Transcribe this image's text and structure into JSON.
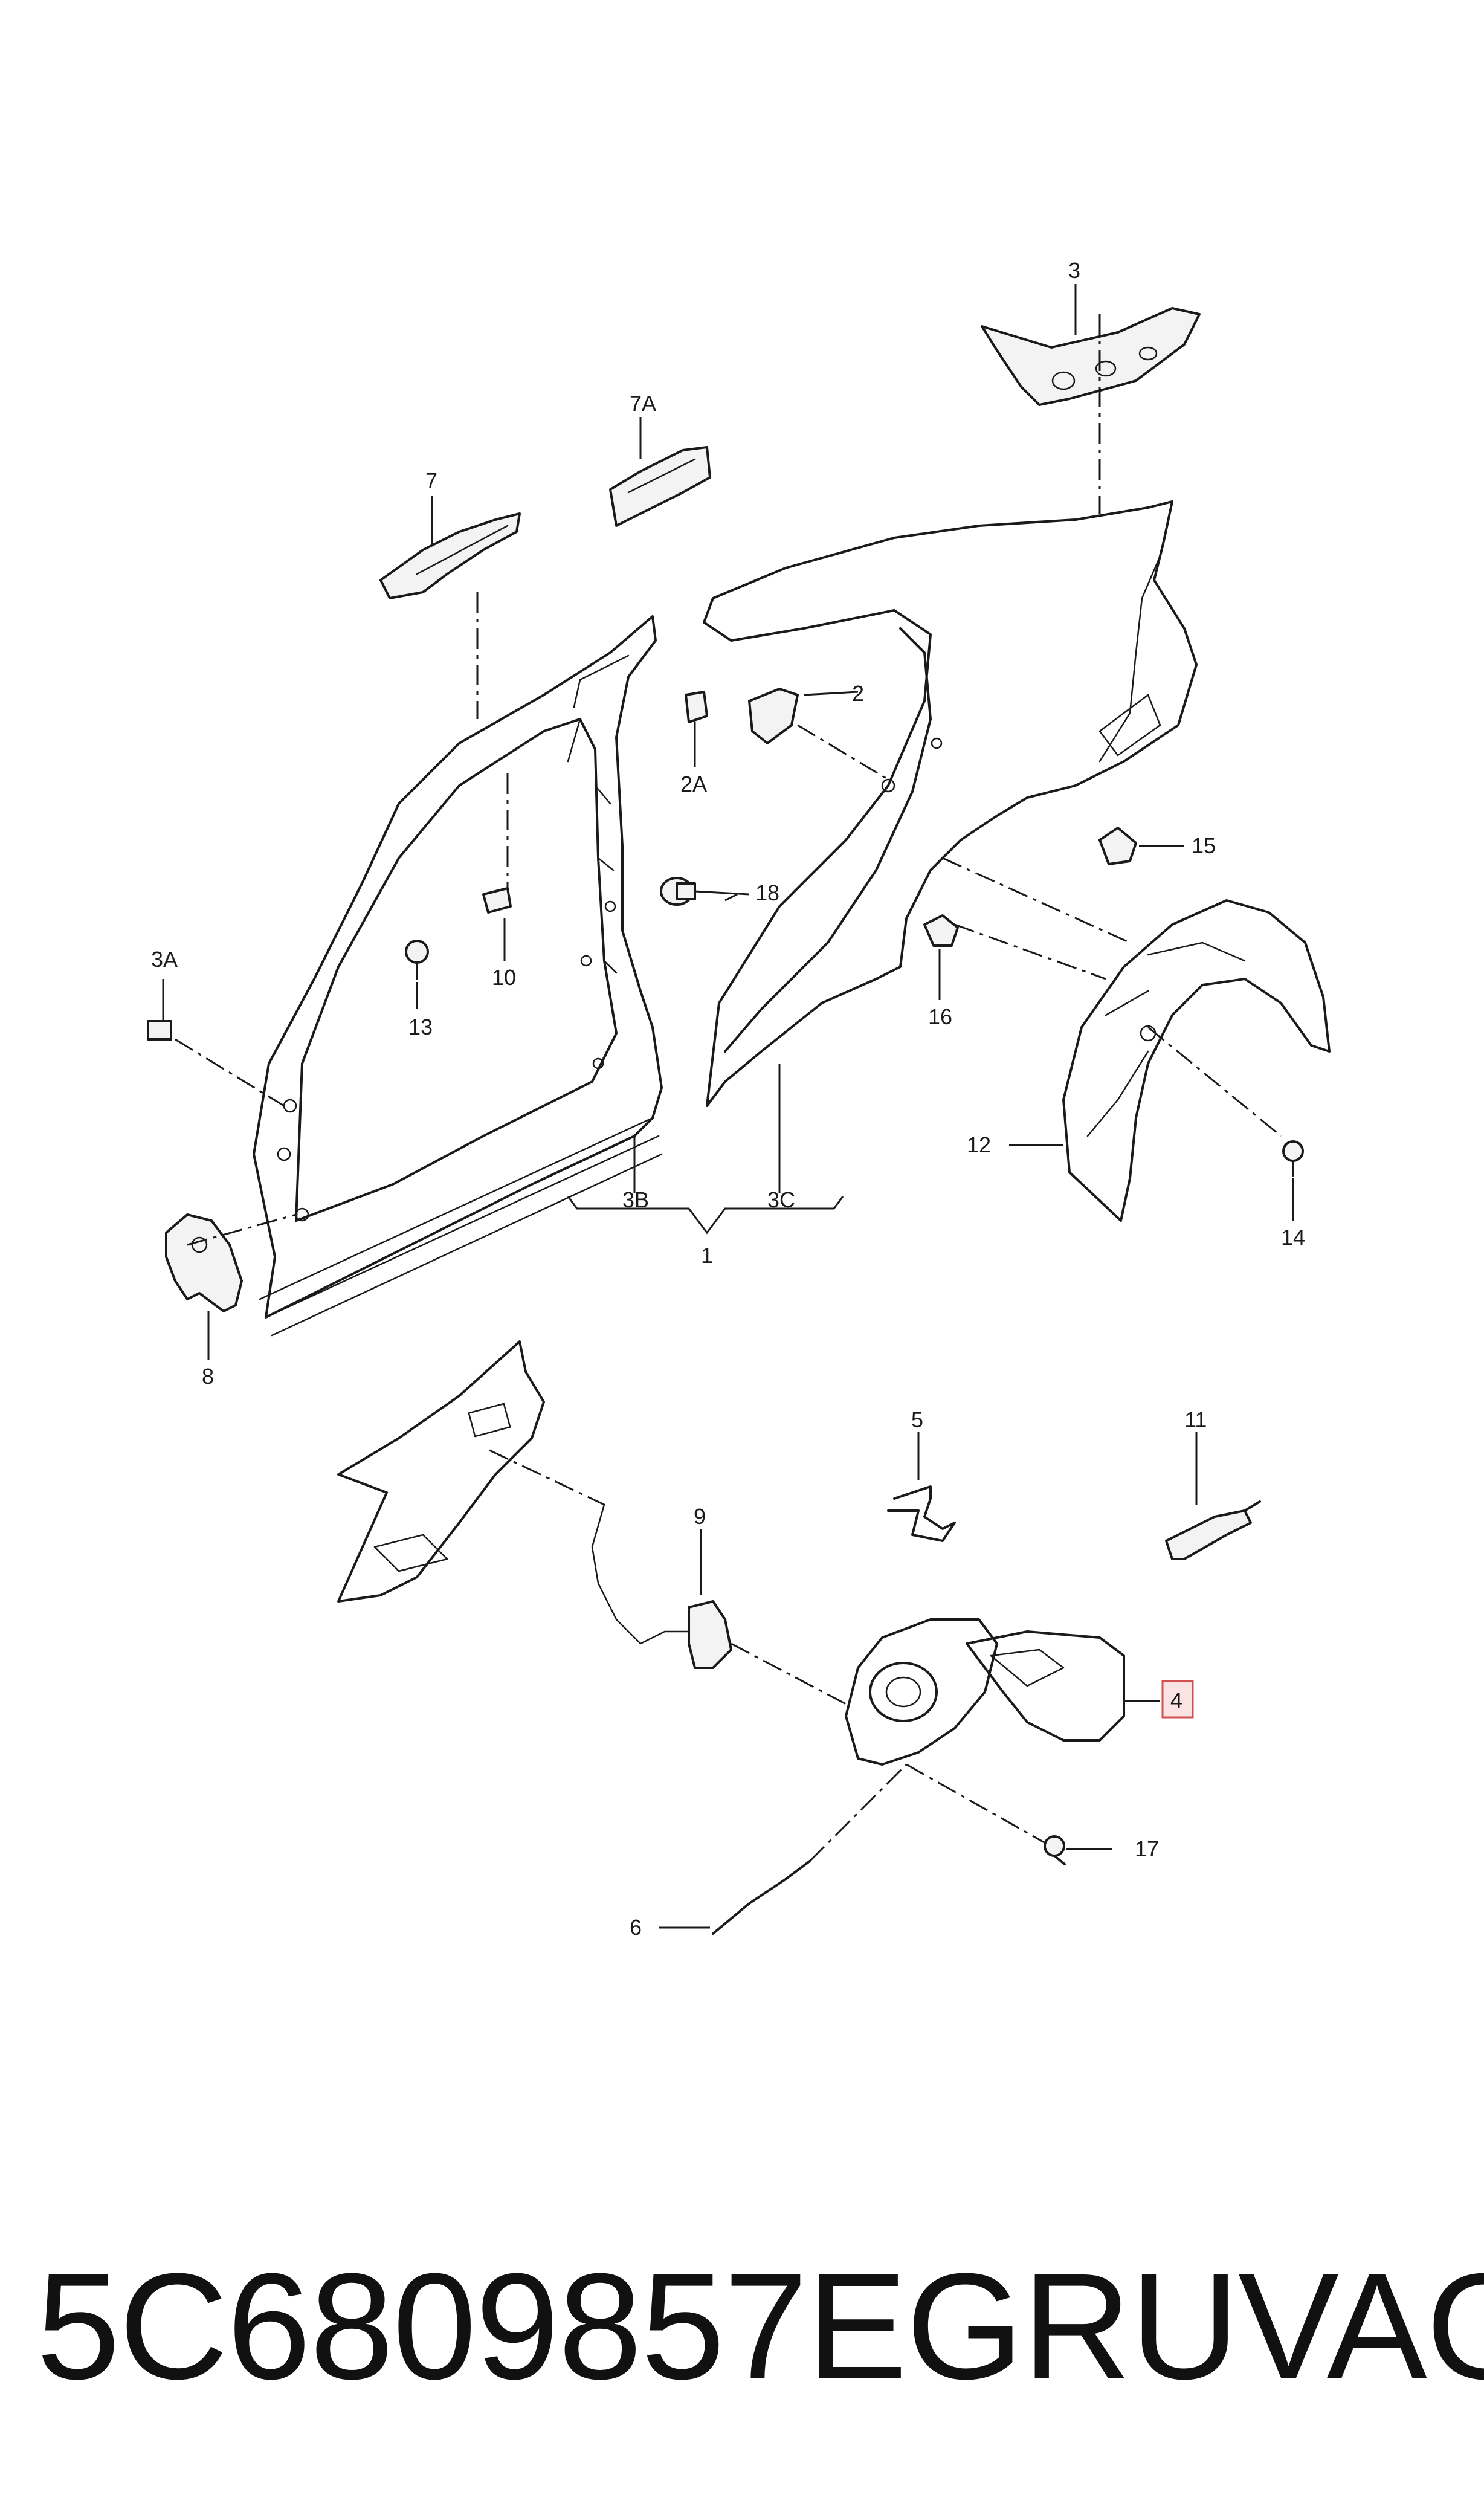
{
  "labels": {
    "l1": "1",
    "l2": "2",
    "l2a": "2A",
    "l3": "3",
    "l3a": "3A",
    "l3b": "3B",
    "l3c": "3C",
    "l4": "4",
    "l5": "5",
    "l6": "6",
    "l7": "7",
    "l7a": "7A",
    "l8": "8",
    "l9": "9",
    "l10": "10",
    "l11": "11",
    "l12": "12",
    "l13": "13",
    "l14": "14",
    "l15": "15",
    "l16": "16",
    "l17": "17",
    "l18": "18"
  },
  "highlight_color": "#d05050",
  "footer": {
    "part_number": "5C6809857EGRU",
    "brand": "VAG"
  }
}
